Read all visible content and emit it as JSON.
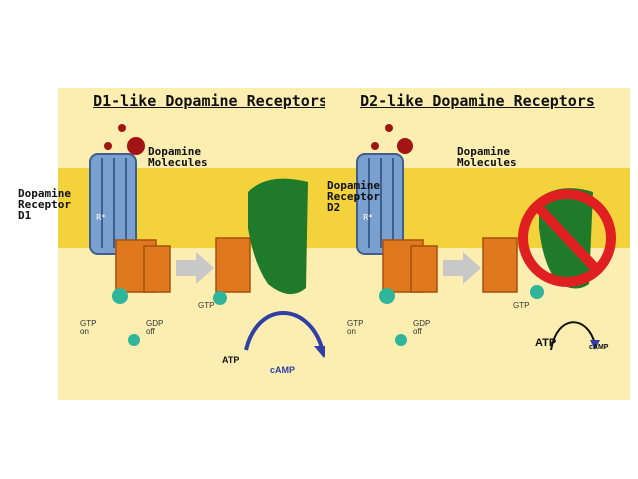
{
  "panels": [
    {
      "title": "D1-like Dopamine Receptors",
      "ligand_label": "Dopamine Molecules",
      "receptor_label": "Dopamine Receptor D1",
      "gtp_on": "GTP on",
      "gdp_off": "GDP off",
      "gtp": "GTP",
      "atp": "ATP",
      "camp": "cAMP",
      "enzyme_blocked": false
    },
    {
      "title": "D2-like Dopamine Receptors",
      "ligand_label": "Dopamine Molecules",
      "receptor_label": "Dopamine Receptor D2",
      "gtp_on": "GTP on",
      "gdp_off": "GDP off",
      "gtp": "GTP",
      "atp": "ATP",
      "camp": "cAMP",
      "enzyme_blocked": true
    }
  ],
  "colors": {
    "membrane": "#f4d23c",
    "cytoplasm": "#fbeeb0",
    "receptor": "#7aa0cf",
    "g_protein": "#e0781d",
    "enzyme": "#1f7a2a",
    "gtp_ball": "#2fb59a",
    "dopamine": "#a31515",
    "arrow": "#2f3fa6",
    "block": "#e02020"
  }
}
